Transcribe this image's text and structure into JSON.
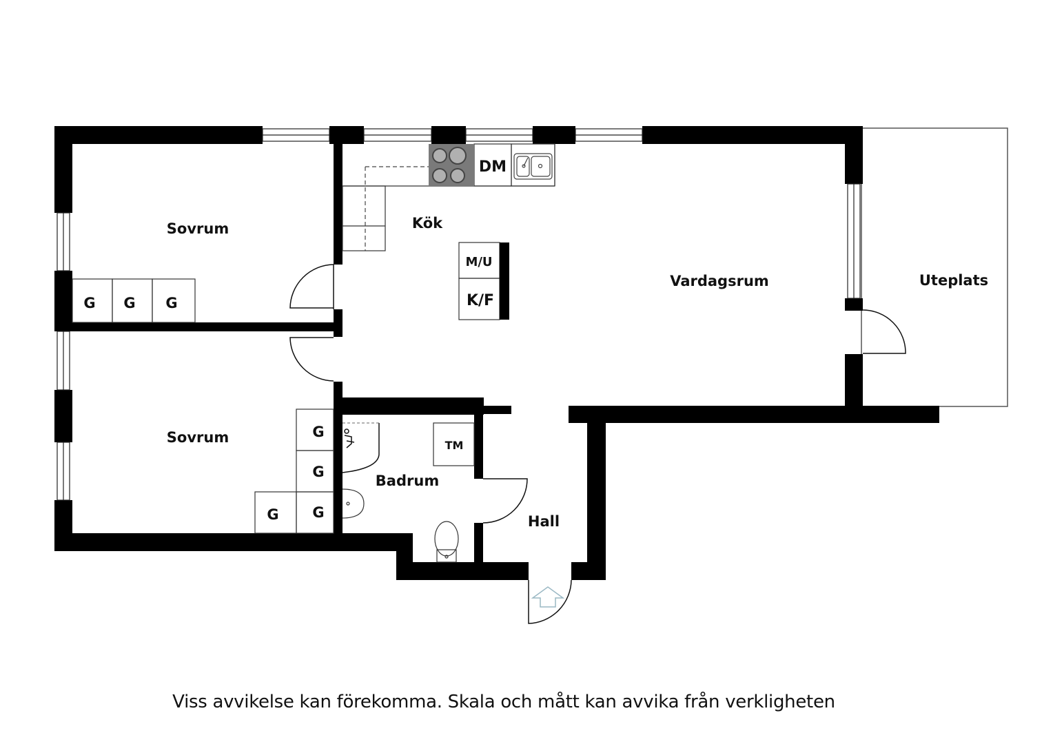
{
  "rooms": {
    "sovrum_1": "Sovrum",
    "sovrum_2": "Sovrum",
    "kok": "Kök",
    "vardagsrum": "Vardagsrum",
    "uteplats": "Uteplats",
    "badrum": "Badrum",
    "hall": "Hall"
  },
  "fixtures": {
    "dishwasher": "DM",
    "microwave_oven": "M/U",
    "fridge_freezer": "K/F",
    "washing_machine": "TM",
    "wardrobe": "G"
  },
  "disclaimer": "Viss avvikelse kan förekomma. Skala och mått kan avvika från verkligheten",
  "colors": {
    "wall": "#000000",
    "line": "#222222",
    "stove": "#7a7a7a",
    "arrow": "#9ab8c4"
  }
}
